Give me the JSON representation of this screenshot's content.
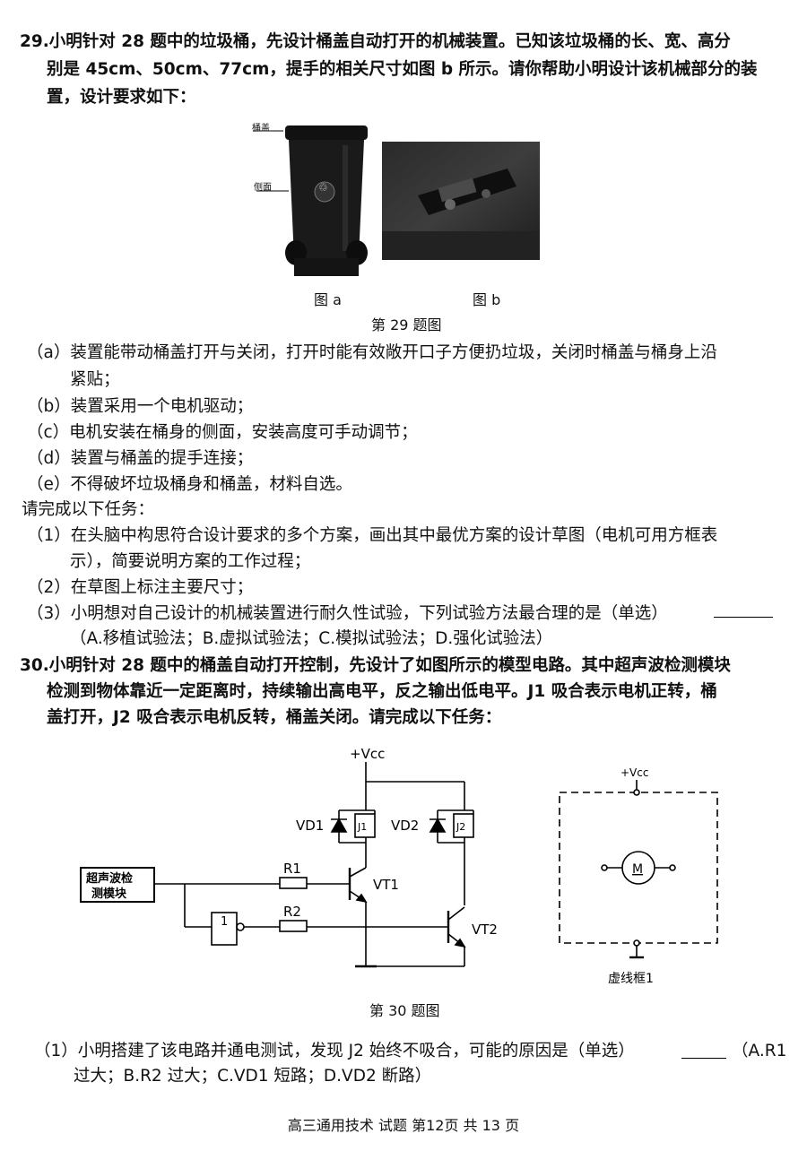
{
  "q29": {
    "stem_lines": [
      "29.小明针对 28 题中的垃圾桶，先设计桶盖自动打开的机械装置。已知该垃圾桶的长、宽、高分",
      "别是 45cm、50cm、77cm，提手的相关尺寸如图 b 所示。请你帮助小明设计该机械部分的装",
      "置，设计要求如下："
    ],
    "fig_a_labels": {
      "top": "桶盖",
      "side": "侧面",
      "bin_badge": "♲"
    },
    "fig_a_caption": "图 a",
    "fig_b_caption": "图 b",
    "figure_caption": "第 29 题图",
    "requirements": [
      "（a）装置能带动桶盖打开与关闭，打开时能有效敞开口子方便扔垃圾，关闭时桶盖与桶身上沿",
      "紧贴；",
      "（b）装置采用一个电机驱动；",
      "（c）电机安装在桶身的侧面，安装高度可手动调节；",
      "（d）装置与桶盖的提手连接；",
      "（e）不得破坏垃圾桶身和桶盖，材料自选。"
    ],
    "task_intro": "请完成以下任务：",
    "tasks": [
      "（1）在头脑中构思符合设计要求的多个方案，画出其中最优方案的设计草图（电机可用方框表",
      "示），简要说明方案的工作过程；",
      "（2）在草图上标注主要尺寸；",
      "（3）小明想对自己设计的机械装置进行耐久性试验，下列试验方法最合理的是（单选）",
      "（A.移植试验法；B.虚拟试验法；C.模拟试验法；D.强化试验法）"
    ]
  },
  "q30": {
    "stem_lines": [
      "30.小明针对 28 题中的桶盖自动打开控制，先设计了如图所示的模型电路。其中超声波检测模块",
      "检测到物体靠近一定距离时，持续输出高电平，反之输出低电平。J1 吸合表示电机正转，桶",
      "盖打开，J2 吸合表示电机反转，桶盖关闭。请完成以下任务："
    ],
    "circuit": {
      "vcc": "+Vcc",
      "vd1": "VD1",
      "vd2": "VD2",
      "j1": "J1",
      "j2": "J2",
      "r1": "R1",
      "r2": "R2",
      "vt1": "VT1",
      "vt2": "VT2",
      "sensor_line1": "超声波检",
      "sensor_line2": "测模块",
      "not_gate": "1",
      "box_vcc": "+Vcc",
      "motor": "M",
      "box_label": "虚线框1"
    },
    "figure_caption": "第 30 题图",
    "sub1_lines": [
      "（1）小明搭建了该电路并通电测试，发现 J2 始终不吸合，可能的原因是（单选）",
      "过大；B.R2 过大；C.VD1 短路；D.VD2 断路）"
    ],
    "sub1_tail": "（A.R1"
  },
  "footer": "高三通用技术  试题  第12页  共 13 页"
}
